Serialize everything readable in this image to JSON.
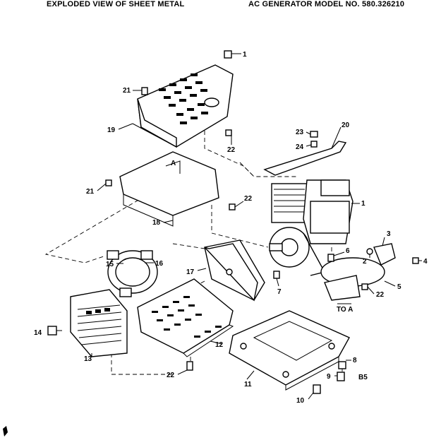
{
  "header": {
    "left_title": "EXPLODED VIEW OF SHEET METAL",
    "right_title": "AC GENERATOR MODEL NO. 580.326210"
  },
  "callouts": {
    "c1a": "1",
    "c1b": "1",
    "c3": "3",
    "c4": "4",
    "c5": "5",
    "c6a": "6",
    "c7": "7",
    "c8": "8",
    "c9": "9",
    "c10": "10",
    "c11": "11",
    "c12": "12",
    "c13": "13",
    "c14": "14",
    "c15": "15",
    "c16": "16",
    "c17": "17",
    "c18": "18",
    "c19": "19",
    "c20": "20",
    "c21a": "21",
    "c21b": "21",
    "c22a": "22",
    "c22b": "22",
    "c22c": "22",
    "c22d": "22",
    "c23": "23",
    "c24": "24",
    "c2": "2"
  },
  "annotations": {
    "ref_a_top": "A",
    "to_a": "TO A",
    "page_code": "B5"
  }
}
